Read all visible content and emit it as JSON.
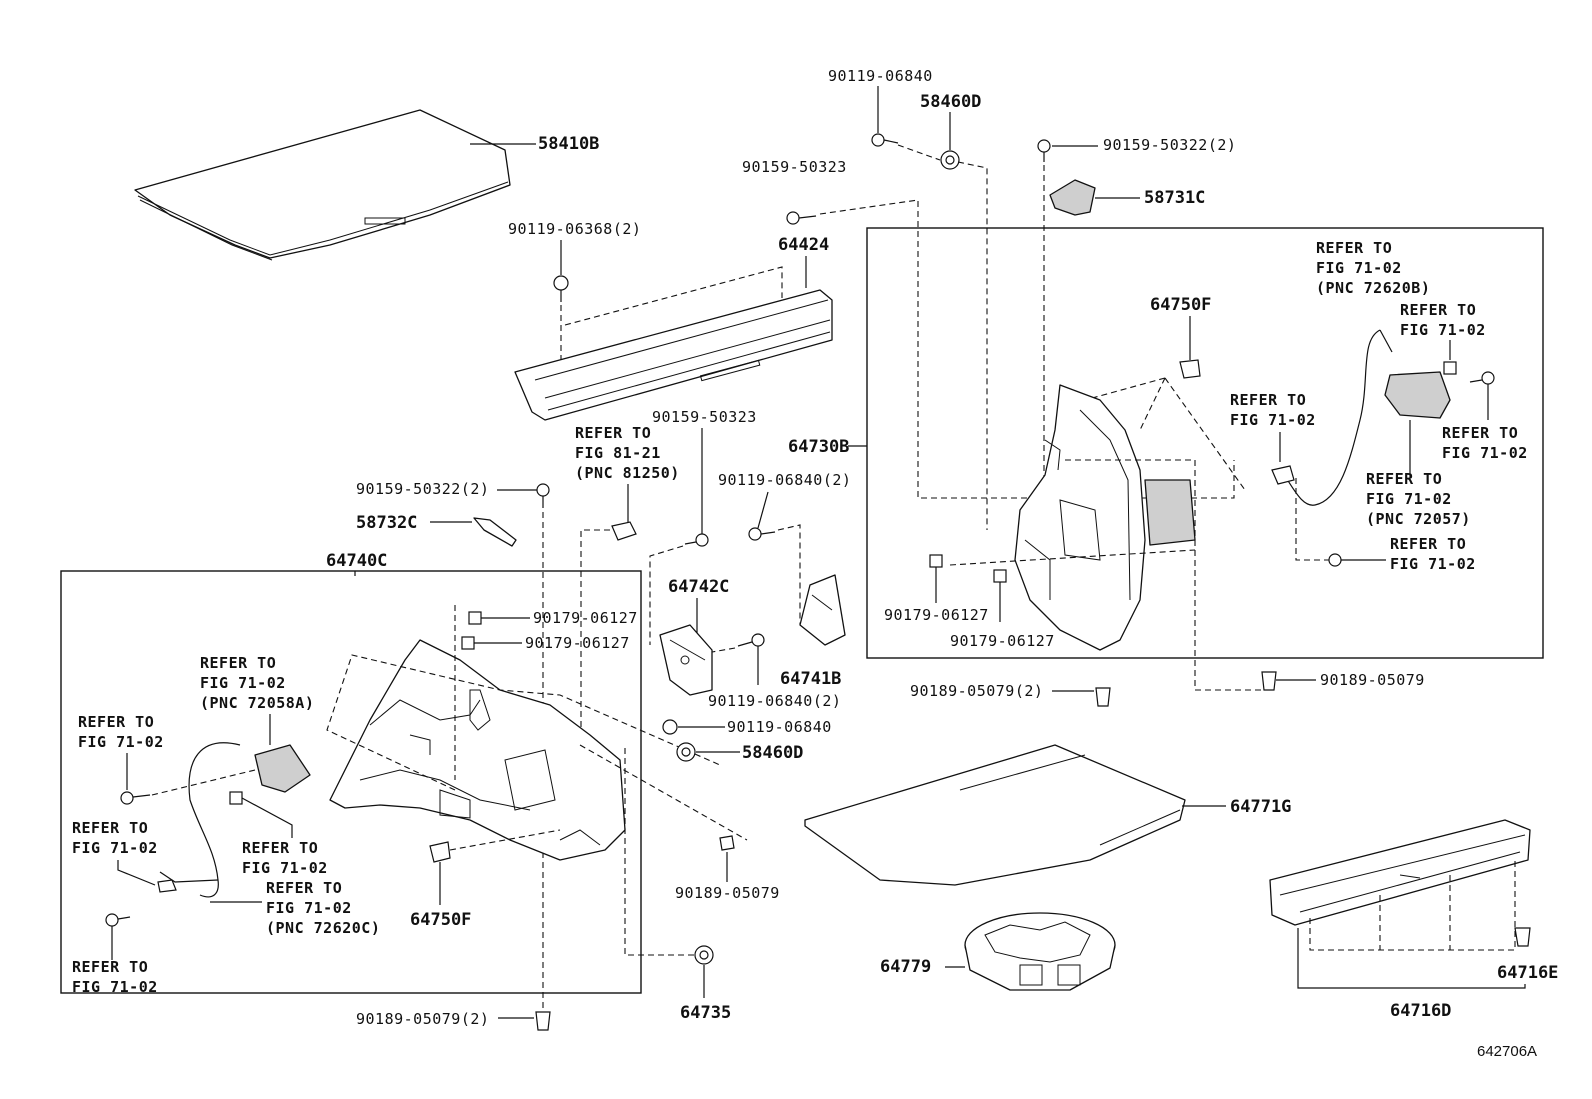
{
  "diagram_id": "642706A",
  "parts": {
    "p58410B": "58410B",
    "p58460D_top": "58460D",
    "p58731C": "58731C",
    "p64424": "64424",
    "p64750F_top": "64750F",
    "p64730B": "64730B",
    "p58732C": "58732C",
    "p64740C": "64740C",
    "p64742C": "64742C",
    "p64741B": "64741B",
    "p58460D_mid": "58460D",
    "p64750F_bot": "64750F",
    "p64735": "64735",
    "p64771G": "64771G",
    "p64779": "64779",
    "p64716E": "64716E",
    "p64716D": "64716D"
  },
  "fasteners": {
    "f90119_06840_top": "90119-06840",
    "f90159_50322_2_top": "90159-50322(2)",
    "f90159_50323_top": "90159-50323",
    "f90119_06368_2": "90119-06368(2)",
    "f90159_50323_mid": "90159-50323",
    "f90159_50322_2_left": "90159-50322(2)",
    "f90119_06840_2_a": "90119-06840(2)",
    "f90179_06127_a": "90179-06127",
    "f90179_06127_b": "90179-06127",
    "f90119_06840_2_b": "90119-06840(2)",
    "f90119_06840_mid": "90119-06840",
    "f90189_05079_mid": "90189-05079",
    "f90189_05079_2_bot": "90189-05079(2)",
    "f90179_06127_c": "90179-06127",
    "f90179_06127_d": "90179-06127",
    "f90189_05079_2_right": "90189-05079(2)",
    "f90189_05079_right": "90189-05079"
  },
  "refs": {
    "refer_to": "REFER TO",
    "fig_71_02": "FIG 71-02",
    "fig_81_21": "FIG 81-21",
    "pnc_81250": "(PNC 81250)",
    "pnc_72058A": "(PNC 72058A)",
    "pnc_72620C": "(PNC 72620C)",
    "pnc_72620B": "(PNC 72620B)",
    "pnc_72057": "(PNC 72057)"
  }
}
